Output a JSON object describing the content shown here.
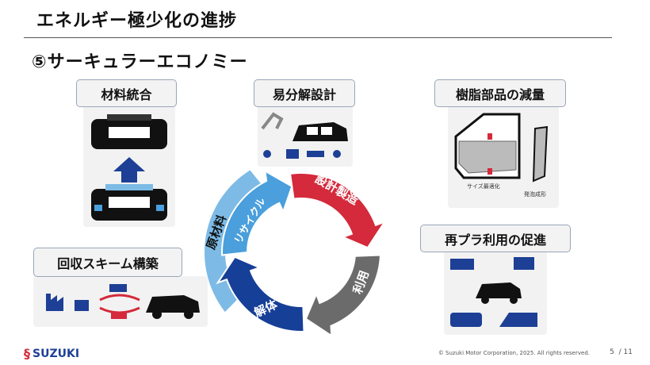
{
  "header": {
    "title": "エネルギー極少化の進捗",
    "subtitle": "⑤サーキュラーエコノミー"
  },
  "items": {
    "material_integration": "材料統合",
    "easy_disassembly": "易分解設計",
    "resin_reduction": "樹脂部品の減量",
    "recycled_plastic": "再プラ利用の促進",
    "collection_scheme": "回収スキーム構築"
  },
  "resin_notes": {
    "size": "サイズ最適化",
    "foam": "発泡成形"
  },
  "cycle": {
    "raw_material": "原材料",
    "recycle": "リサイクル",
    "design_manufacture": "設計製造",
    "use": "利用",
    "dismantle": "解体",
    "colors": {
      "recycle": "#4a9fdc",
      "raw": "#7dbbe6",
      "design": "#d42a3c",
      "use": "#6b6b6b",
      "dismantle": "#163f97"
    }
  },
  "footer": {
    "brand": "SUZUKI",
    "copyright": "© Suzuki Motor Corporation, 2025. All rights reserved.",
    "page": "5",
    "total": "/ 11"
  }
}
